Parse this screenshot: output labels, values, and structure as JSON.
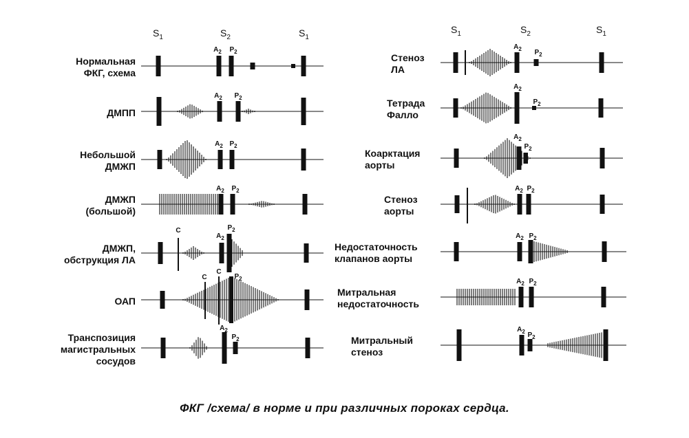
{
  "headers": {
    "left": [
      {
        "main": "S",
        "sub": "1"
      },
      {
        "main": "S",
        "sub": "2"
      },
      {
        "main": "S",
        "sub": "1"
      }
    ],
    "right": [
      {
        "main": "S",
        "sub": "1"
      },
      {
        "main": "S",
        "sub": "2"
      },
      {
        "main": "S",
        "sub": "1"
      }
    ]
  },
  "left_rows": [
    {
      "label": "Нормальная\nФКГ, схема",
      "marks": [
        {
          "t": "A",
          "s": "2"
        },
        {
          "t": "P",
          "s": "2"
        }
      ]
    },
    {
      "label": "ДМПП",
      "marks": [
        {
          "t": "A",
          "s": "2"
        },
        {
          "t": "P",
          "s": "2"
        }
      ]
    },
    {
      "label": "Небольшой\nДМЖП",
      "marks": [
        {
          "t": "A",
          "s": "2"
        },
        {
          "t": "P",
          "s": "2"
        }
      ]
    },
    {
      "label": "ДМЖП\n(большой)",
      "marks": [
        {
          "t": "A",
          "s": "2"
        },
        {
          "t": "P",
          "s": "2"
        }
      ]
    },
    {
      "label": "ДМЖП,\nобструкция ЛА",
      "marks": [
        {
          "t": "C",
          "s": ""
        },
        {
          "t": "A",
          "s": "2"
        },
        {
          "t": "P",
          "s": "2"
        }
      ]
    },
    {
      "label": "ОАП",
      "marks": [
        {
          "t": "C",
          "s": ""
        },
        {
          "t": "C",
          "s": ""
        },
        {
          "t": "P",
          "s": "2"
        }
      ]
    },
    {
      "label": "Транспозиция\nмагистральных\nсосудов",
      "marks": [
        {
          "t": "A",
          "s": "2"
        },
        {
          "t": "P",
          "s": "2"
        }
      ]
    }
  ],
  "right_rows": [
    {
      "label": "Стеноз\nЛА",
      "marks": [
        {
          "t": "A",
          "s": "2"
        },
        {
          "t": "P",
          "s": "2"
        }
      ]
    },
    {
      "label": "Тетрада\nФалло",
      "marks": [
        {
          "t": "A",
          "s": "2"
        },
        {
          "t": "P",
          "s": "2"
        }
      ]
    },
    {
      "label": "Коарктация\nаорты",
      "marks": [
        {
          "t": "A",
          "s": "2"
        },
        {
          "t": "P",
          "s": "2"
        }
      ]
    },
    {
      "label": "Стеноз\nаорты",
      "marks": [
        {
          "t": "A",
          "s": "2"
        },
        {
          "t": "P",
          "s": "2"
        }
      ]
    },
    {
      "label": "Недостаточность\nклапанов аорты",
      "marks": [
        {
          "t": "A",
          "s": "2"
        },
        {
          "t": "P",
          "s": "2"
        }
      ]
    },
    {
      "label": "Митральная\nнедостаточность",
      "marks": [
        {
          "t": "A",
          "s": "2"
        },
        {
          "t": "P",
          "s": "2"
        }
      ]
    },
    {
      "label": "Митральный\nстеноз",
      "marks": [
        {
          "t": "A",
          "s": "2"
        },
        {
          "t": "P",
          "s": "2"
        }
      ]
    }
  ],
  "caption": "ФКГ /схема/ в норме и при различных пороках сердца."
}
